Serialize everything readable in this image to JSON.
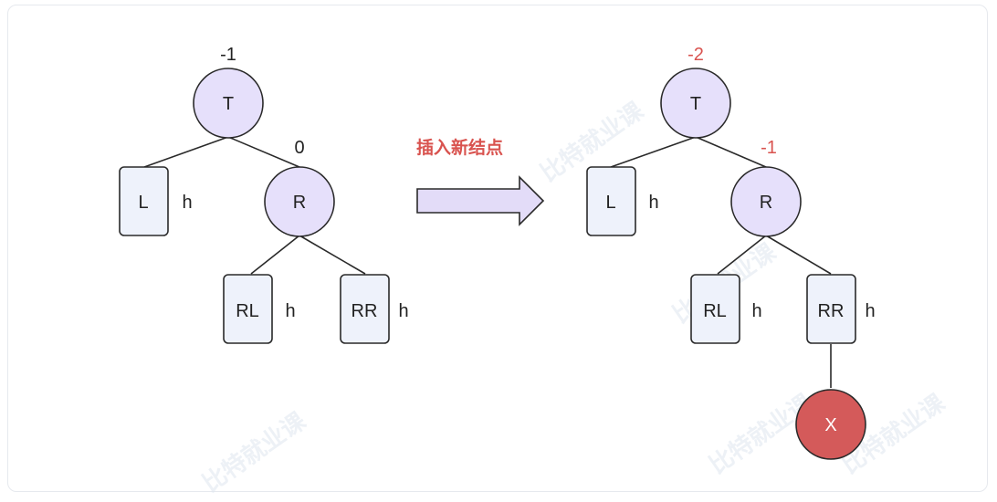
{
  "colors": {
    "node_fill": "#e6e0fb",
    "leaf_fill": "#eef2fb",
    "stroke": "#2a2a2a",
    "insert_fill": "#d45a5a",
    "accent_red": "#d9534f",
    "arrow_fill": "#e3dcf8"
  },
  "caption": {
    "text": "插入新结点"
  },
  "before": {
    "t": {
      "label": "T",
      "bf": "-1"
    },
    "r": {
      "label": "R",
      "bf": "0"
    },
    "l": {
      "label": "L",
      "h": "h"
    },
    "rl": {
      "label": "RL",
      "h": "h"
    },
    "rr": {
      "label": "RR",
      "h": "h"
    }
  },
  "after": {
    "t": {
      "label": "T",
      "bf": "-2"
    },
    "r": {
      "label": "R",
      "bf": "-1"
    },
    "l": {
      "label": "L",
      "h": "h"
    },
    "rl": {
      "label": "RL",
      "h": "h"
    },
    "rr": {
      "label": "RR",
      "h": "h"
    },
    "x": {
      "label": "X"
    }
  },
  "watermark": {
    "text": "比特就业课"
  }
}
